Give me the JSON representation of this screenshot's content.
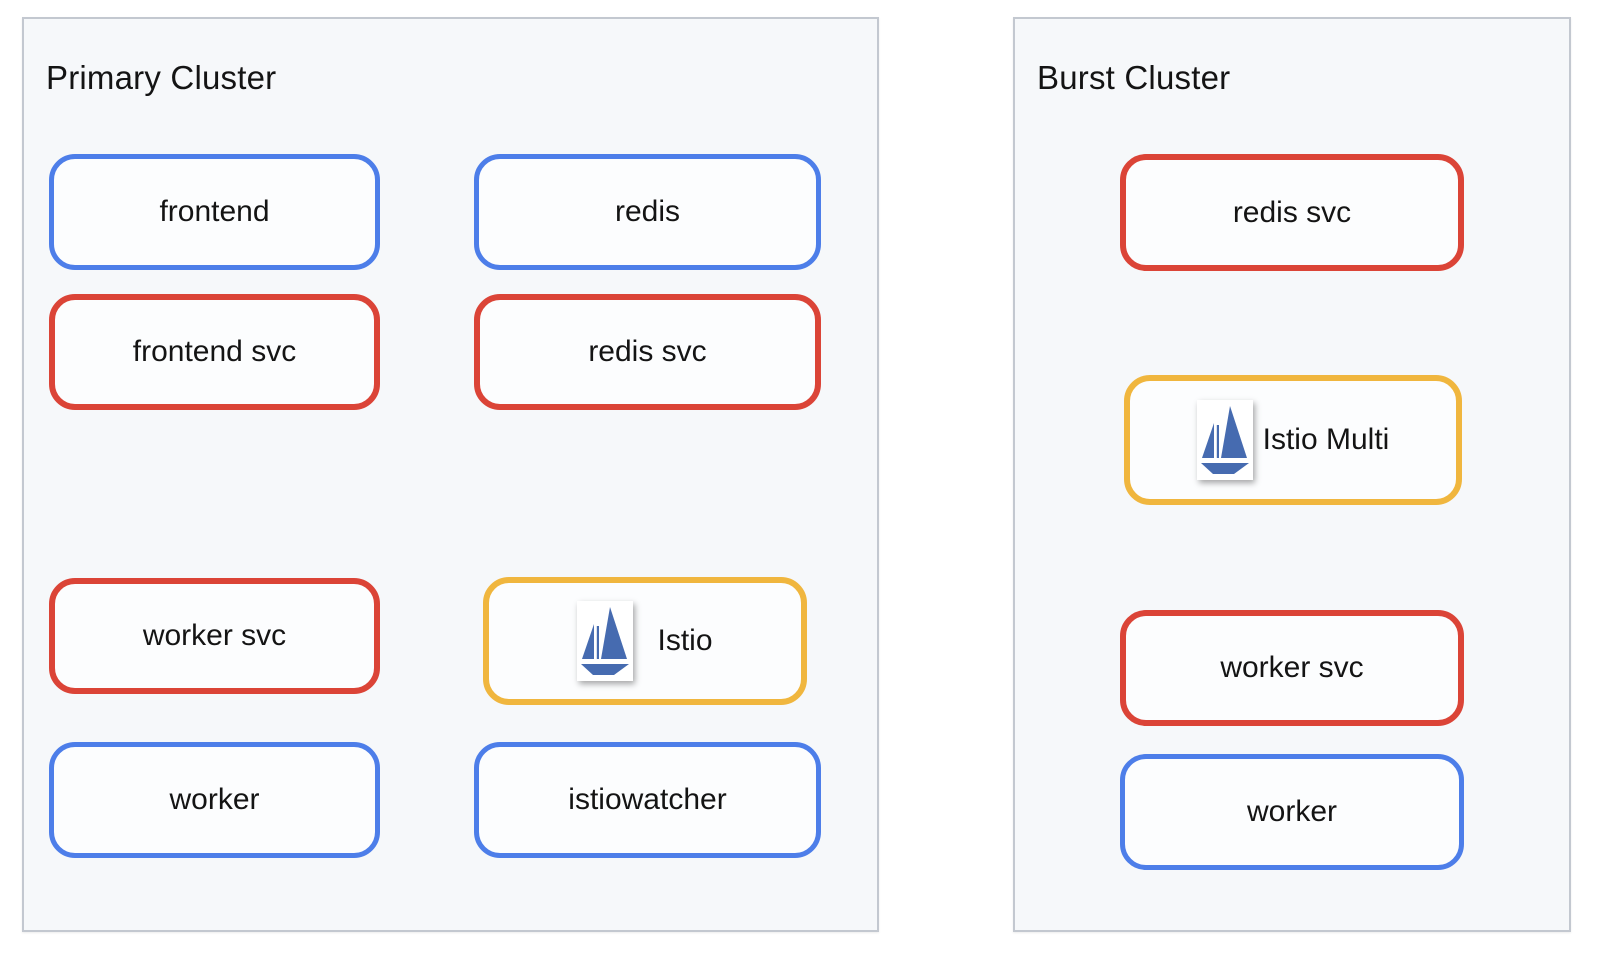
{
  "colors": {
    "page-bg": "#ffffff",
    "panel-bg": "#f6f8fa",
    "panel-border": "#c3c8d0",
    "node-bg": "#fcfdfe",
    "node-blue": "#4d7ee9",
    "node-red": "#db4437",
    "node-yellow": "#f0b63e",
    "text": "#141414",
    "istio-blue": "#466bb0"
  },
  "icons": {
    "istio_logo": "istio-sailboat-icon"
  },
  "clusters": {
    "primary": {
      "title": "Primary Cluster",
      "nodes": {
        "frontend": {
          "label": "frontend",
          "type": "deployment"
        },
        "redis": {
          "label": "redis",
          "type": "deployment"
        },
        "frontend_svc": {
          "label": "frontend svc",
          "type": "service"
        },
        "redis_svc": {
          "label": "redis svc",
          "type": "service"
        },
        "worker_svc": {
          "label": "worker svc",
          "type": "service"
        },
        "istio": {
          "label": "Istio",
          "type": "istio"
        },
        "worker": {
          "label": "worker",
          "type": "deployment"
        },
        "istiowatcher": {
          "label": "istiowatcher",
          "type": "deployment"
        }
      }
    },
    "burst": {
      "title": "Burst Cluster",
      "nodes": {
        "redis_svc": {
          "label": "redis svc",
          "type": "service"
        },
        "istio_multi": {
          "label": "Istio Multi",
          "type": "istio"
        },
        "worker_svc": {
          "label": "worker svc",
          "type": "service"
        },
        "worker": {
          "label": "worker",
          "type": "deployment"
        }
      }
    }
  }
}
